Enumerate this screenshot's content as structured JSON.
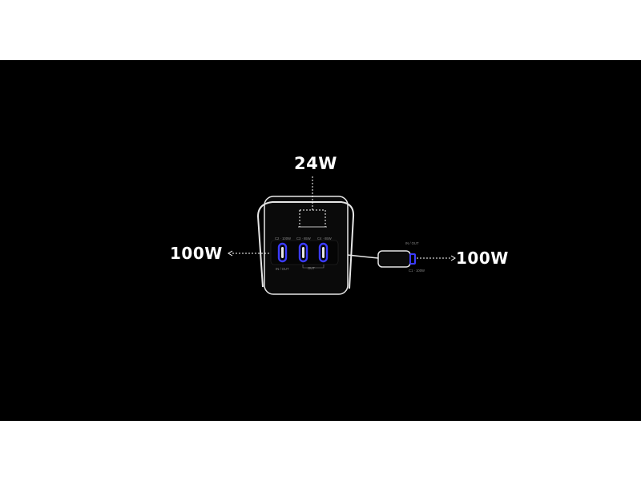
{
  "labels": {
    "top_power": "24W",
    "left_power": "100W",
    "right_power": "100W"
  },
  "ports": {
    "c2": "C2 · 100W",
    "c3": "C3 · 65W",
    "c4": "C4 · 65W",
    "in_out_left": "IN / OUT",
    "out": "OUT",
    "cable_in_out": "IN / OUT",
    "c1": "C1 · 100W"
  },
  "colors": {
    "background": "#000000",
    "outline": "#e6e6e6",
    "port_glow": "#3b3bff",
    "label": "#ffffff"
  }
}
